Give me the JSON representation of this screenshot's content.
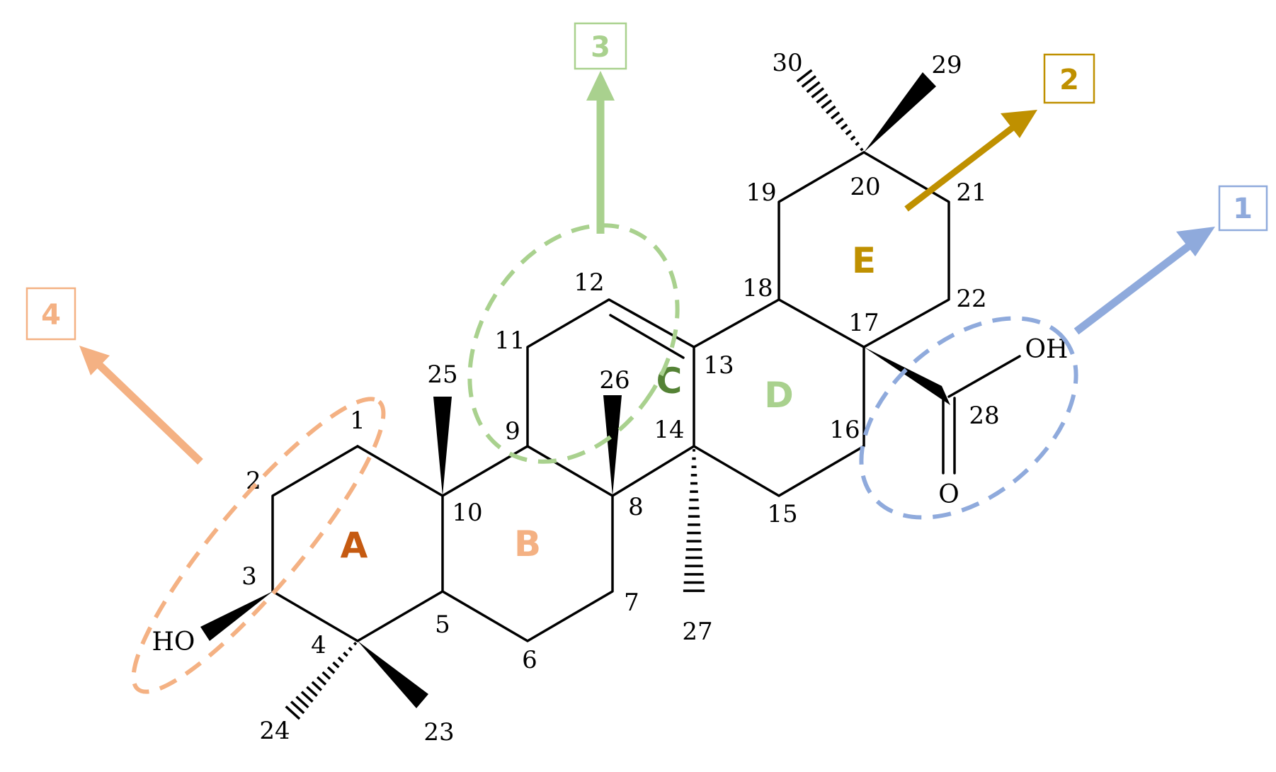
{
  "atom_numbers": {
    "c1": "1",
    "c2": "2",
    "c3": "3",
    "c4": "4",
    "c5": "5",
    "c6": "6",
    "c7": "7",
    "c8": "8",
    "c9": "9",
    "c10": "10",
    "c11": "11",
    "c12": "12",
    "c13": "13",
    "c14": "14",
    "c15": "15",
    "c16": "16",
    "c17": "17",
    "c18": "18",
    "c19": "19",
    "c20": "20",
    "c21": "21",
    "c22": "22",
    "c23": "23",
    "c24": "24",
    "c25": "25",
    "c26": "26",
    "c27": "27",
    "c28": "28",
    "c29": "29",
    "c30": "30"
  },
  "groups": {
    "hydroxyl": "HO",
    "acid_oh": "OH",
    "carbonyl_o": "O"
  },
  "rings": {
    "a": "A",
    "b": "B",
    "c": "C",
    "d": "D",
    "e": "E"
  },
  "sites": {
    "s1": "1",
    "s2": "2",
    "s3": "3",
    "s4": "4"
  },
  "colors": {
    "ring_a": "#c55a11",
    "ring_b": "#f4b183",
    "ring_c": "#548235",
    "ring_d": "#a9d18e",
    "ring_e": "#bf9000",
    "site_1": "#8faadc",
    "site_2": "#bf9000",
    "site_3": "#a9d18e",
    "site_4": "#f4b183"
  }
}
